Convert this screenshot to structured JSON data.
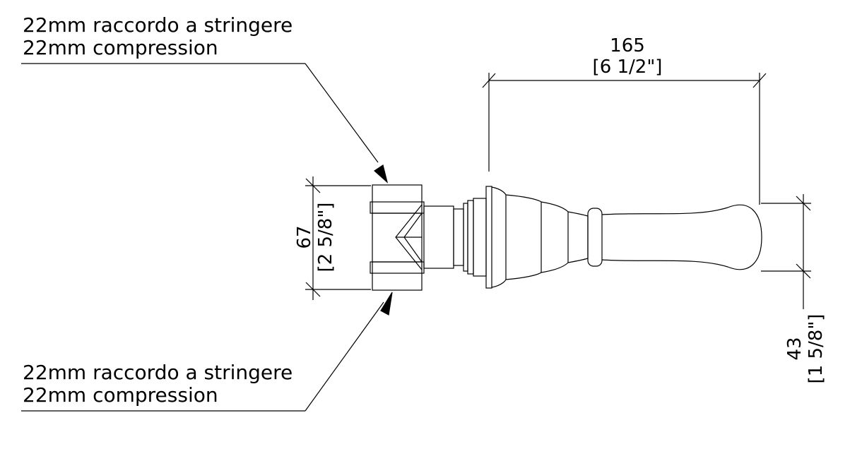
{
  "callouts": {
    "top": {
      "line1": "22mm raccordo a stringere",
      "line2": "22mm compression"
    },
    "bottom": {
      "line1": "22mm raccordo a stringere",
      "line2": "22mm compression"
    }
  },
  "dimensions": {
    "length": {
      "mm": "165",
      "inch": "[6 1/2\"]"
    },
    "height": {
      "mm": "67",
      "inch": "[2 5/8\"]"
    },
    "handle_end": {
      "mm": "43",
      "inch": "[1 5/8\"]"
    }
  }
}
